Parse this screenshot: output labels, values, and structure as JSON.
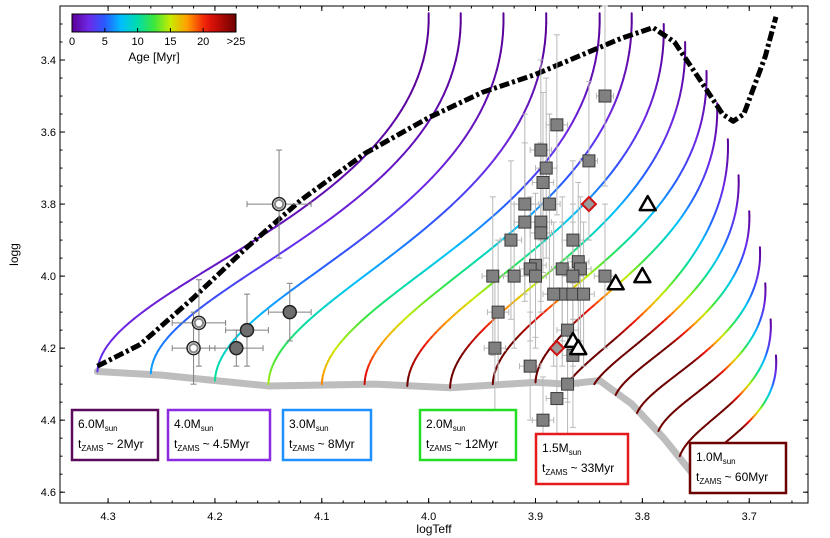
{
  "chart_data": {
    "type": "scatter",
    "xlabel": "logTeff",
    "ylabel": "logg",
    "x_reversed": true,
    "xlim": [
      4.345,
      3.645
    ],
    "ylim": [
      4.63,
      3.25
    ],
    "x_ticks": [
      {
        "value": 4.3,
        "label": "4.3"
      },
      {
        "value": 4.2,
        "label": "4.2"
      },
      {
        "value": 4.1,
        "label": "4.1"
      },
      {
        "value": 4.0,
        "label": "4.0"
      },
      {
        "value": 3.9,
        "label": "3.9"
      },
      {
        "value": 3.8,
        "label": "3.8"
      },
      {
        "value": 3.7,
        "label": "3.7"
      }
    ],
    "y_ticks": [
      {
        "value": 3.4,
        "label": "3.4"
      },
      {
        "value": 3.6,
        "label": "3.6"
      },
      {
        "value": 3.8,
        "label": "3.8"
      },
      {
        "value": 4.0,
        "label": "4.0"
      },
      {
        "value": 4.2,
        "label": "4.2"
      },
      {
        "value": 4.4,
        "label": "4.4"
      },
      {
        "value": 4.6,
        "label": "4.6"
      }
    ],
    "colorbar": {
      "title": "Age [Myr]",
      "range": [
        0,
        25
      ],
      "ticks": [
        {
          "value": 0,
          "label": "0"
        },
        {
          "value": 5,
          "label": "5"
        },
        {
          "value": 10,
          "label": "10"
        },
        {
          "value": 15,
          "label": "15"
        },
        {
          "value": 20,
          "label": "20"
        },
        {
          "value": 25,
          "label": ">25"
        }
      ]
    },
    "zams": [
      [
        4.31,
        4.265
      ],
      [
        4.25,
        4.275
      ],
      [
        4.15,
        4.305
      ],
      [
        4.05,
        4.3
      ],
      [
        3.98,
        4.31
      ],
      [
        3.9,
        4.295
      ],
      [
        3.87,
        4.3
      ],
      [
        3.84,
        4.29
      ],
      [
        3.81,
        4.355
      ],
      [
        3.78,
        4.45
      ],
      [
        3.75,
        4.56
      ]
    ],
    "birthline": [
      [
        4.31,
        4.25
      ],
      [
        4.27,
        4.19
      ],
      [
        4.22,
        4.06
      ],
      [
        4.17,
        3.92
      ],
      [
        4.12,
        3.79
      ],
      [
        4.06,
        3.66
      ],
      [
        4.0,
        3.56
      ],
      [
        3.95,
        3.49
      ],
      [
        3.9,
        3.44
      ],
      [
        3.86,
        3.39
      ],
      [
        3.82,
        3.34
      ],
      [
        3.79,
        3.31
      ],
      [
        3.77,
        3.35
      ],
      [
        3.745,
        3.46
      ],
      [
        3.725,
        3.55
      ],
      [
        3.715,
        3.57
      ],
      [
        3.705,
        3.55
      ],
      [
        3.695,
        3.47
      ],
      [
        3.685,
        3.39
      ],
      [
        3.675,
        3.28
      ]
    ],
    "tracks": [
      {
        "zams": [
          4.31,
          4.265
        ],
        "start": [
          4.0,
          3.27
        ],
        "dx": 0.04,
        "big": true
      },
      {
        "zams": [
          4.26,
          4.27
        ],
        "start": [
          3.97,
          3.27
        ],
        "dx": 0.04,
        "big": true
      },
      {
        "zams": [
          4.2,
          4.29
        ],
        "start": [
          3.93,
          3.27
        ],
        "dx": 0.035,
        "big": true
      },
      {
        "zams": [
          4.15,
          4.3
        ],
        "start": [
          3.89,
          3.27
        ],
        "dx": 0.03,
        "big": true
      },
      {
        "zams": [
          4.1,
          4.3
        ],
        "start": [
          3.84,
          3.27
        ],
        "dx": 0.03,
        "big": true
      },
      {
        "zams": [
          4.06,
          4.3
        ],
        "start": [
          3.81,
          3.27
        ],
        "dx": 0.03,
        "big": true
      },
      {
        "zams": [
          4.02,
          4.305
        ],
        "start": [
          3.78,
          3.3
        ],
        "dx": 0.03,
        "big": true
      },
      {
        "zams": [
          3.98,
          4.31
        ],
        "start": [
          3.76,
          3.35
        ],
        "dx": 0.03,
        "big": true
      },
      {
        "zams": [
          3.94,
          4.3
        ],
        "start": [
          3.74,
          3.43
        ],
        "dx": 0.03,
        "big": true
      },
      {
        "zams": [
          3.9,
          4.295
        ],
        "start": [
          3.73,
          3.52
        ],
        "dx": 0.025,
        "big": true
      },
      {
        "zams": [
          3.87,
          4.3
        ],
        "start": [
          3.72,
          3.62
        ],
        "dx": 0.02,
        "big": false
      },
      {
        "zams": [
          3.845,
          4.3
        ],
        "start": [
          3.71,
          3.72
        ],
        "dx": 0.02,
        "big": false
      },
      {
        "zams": [
          3.825,
          4.33
        ],
        "start": [
          3.7,
          3.82
        ],
        "dx": 0.015,
        "big": false
      },
      {
        "zams": [
          3.805,
          4.38
        ],
        "start": [
          3.69,
          3.92
        ],
        "dx": 0.015,
        "big": false
      },
      {
        "zams": [
          3.785,
          4.43
        ],
        "start": [
          3.685,
          4.02
        ],
        "dx": 0.015,
        "big": false
      },
      {
        "zams": [
          3.765,
          4.5
        ],
        "start": [
          3.68,
          4.12
        ],
        "dx": 0.012,
        "big": false
      },
      {
        "zams": [
          3.75,
          4.56
        ],
        "start": [
          3.675,
          4.22
        ],
        "dx": 0.01,
        "big": false
      }
    ],
    "squares": [
      {
        "x": 3.835,
        "y": 3.5,
        "ex": 0.008,
        "ey": 0.25
      },
      {
        "x": 3.88,
        "y": 3.58,
        "ex": 0.01,
        "ey": 0.25
      },
      {
        "x": 3.895,
        "y": 3.65,
        "ex": 0.01,
        "ey": 0.25
      },
      {
        "x": 3.85,
        "y": 3.68,
        "ex": 0.008,
        "ey": 0.22
      },
      {
        "x": 3.89,
        "y": 3.7,
        "ex": 0.01,
        "ey": 0.25
      },
      {
        "x": 3.893,
        "y": 3.74,
        "ex": 0.01,
        "ey": 0.25
      },
      {
        "x": 3.91,
        "y": 3.8,
        "ex": 0.01,
        "ey": 0.25
      },
      {
        "x": 3.887,
        "y": 3.8,
        "ex": 0.01,
        "ey": 0.25
      },
      {
        "x": 3.895,
        "y": 3.85,
        "ex": 0.01,
        "ey": 0.22
      },
      {
        "x": 3.91,
        "y": 3.85,
        "ex": 0.01,
        "ey": 0.22
      },
      {
        "x": 3.895,
        "y": 3.88,
        "ex": 0.01,
        "ey": 0.22
      },
      {
        "x": 3.923,
        "y": 3.9,
        "ex": 0.01,
        "ey": 0.22
      },
      {
        "x": 3.865,
        "y": 3.9,
        "ex": 0.01,
        "ey": 0.22
      },
      {
        "x": 3.86,
        "y": 3.96,
        "ex": 0.01,
        "ey": 0.22
      },
      {
        "x": 3.9,
        "y": 3.97,
        "ex": 0.01,
        "ey": 0.2
      },
      {
        "x": 3.94,
        "y": 4.0,
        "ex": 0.01,
        "ey": 0.22
      },
      {
        "x": 3.905,
        "y": 3.98,
        "ex": 0.01,
        "ey": 0.2
      },
      {
        "x": 3.875,
        "y": 3.98,
        "ex": 0.01,
        "ey": 0.2
      },
      {
        "x": 3.858,
        "y": 3.98,
        "ex": 0.01,
        "ey": 0.2
      },
      {
        "x": 3.835,
        "y": 4.0,
        "ex": 0.01,
        "ey": 0.2
      },
      {
        "x": 3.92,
        "y": 4.0,
        "ex": 0.01,
        "ey": 0.2
      },
      {
        "x": 3.9,
        "y": 4.0,
        "ex": 0.01,
        "ey": 0.2
      },
      {
        "x": 3.865,
        "y": 4.0,
        "ex": 0.01,
        "ey": 0.2
      },
      {
        "x": 3.875,
        "y": 4.05,
        "ex": 0.01,
        "ey": 0.2
      },
      {
        "x": 3.865,
        "y": 4.05,
        "ex": 0.01,
        "ey": 0.2
      },
      {
        "x": 3.855,
        "y": 4.05,
        "ex": 0.01,
        "ey": 0.2
      },
      {
        "x": 3.883,
        "y": 4.05,
        "ex": 0.01,
        "ey": 0.2
      },
      {
        "x": 3.935,
        "y": 4.1,
        "ex": 0.01,
        "ey": 0.2
      },
      {
        "x": 3.87,
        "y": 4.15,
        "ex": 0.01,
        "ey": 0.2
      },
      {
        "x": 3.938,
        "y": 4.2,
        "ex": 0.01,
        "ey": 0.2
      },
      {
        "x": 3.865,
        "y": 4.22,
        "ex": 0.01,
        "ey": 0.2
      },
      {
        "x": 3.905,
        "y": 4.25,
        "ex": 0.01,
        "ey": 0.15
      },
      {
        "x": 3.87,
        "y": 4.3,
        "ex": 0.01,
        "ey": 0.15
      },
      {
        "x": 3.88,
        "y": 4.34,
        "ex": 0.01,
        "ey": 0.15
      },
      {
        "x": 3.893,
        "y": 4.4,
        "ex": 0.01,
        "ey": 0.12
      }
    ],
    "dark_circles": [
      {
        "x": 4.18,
        "y": 4.2,
        "ex": 0.025,
        "ey": 0.05
      },
      {
        "x": 4.17,
        "y": 4.15,
        "ex": 0.02,
        "ey": 0.1
      },
      {
        "x": 4.13,
        "y": 4.1,
        "ex": 0.02,
        "ey": 0.08
      }
    ],
    "ring_circles": [
      {
        "x": 4.22,
        "y": 4.2,
        "ex": 0.02,
        "ey": 0.1
      },
      {
        "x": 4.215,
        "y": 4.13,
        "ex": 0.025,
        "ey": 0.12
      },
      {
        "x": 4.14,
        "y": 3.8,
        "ex": 0.03,
        "ey": 0.15
      }
    ],
    "triangles": [
      {
        "x": 3.795,
        "y": 3.8
      },
      {
        "x": 3.8,
        "y": 4.0
      },
      {
        "x": 3.825,
        "y": 4.02
      },
      {
        "x": 3.865,
        "y": 4.18
      },
      {
        "x": 3.86,
        "y": 4.2
      }
    ],
    "diamonds": [
      {
        "x": 3.85,
        "y": 3.8
      },
      {
        "x": 3.88,
        "y": 4.2
      }
    ],
    "mass_boxes": [
      {
        "mass": "6.0M",
        "msub": "sun",
        "t": "t",
        "tsub": "ZAMS",
        "age": "~ 2Myr",
        "color": "#5a0a5a"
      },
      {
        "mass": "4.0M",
        "msub": "sun",
        "t": "t",
        "tsub": "ZAMS",
        "age": "~ 4.5Myr",
        "color": "#8a2be2"
      },
      {
        "mass": "3.0M",
        "msub": "sun",
        "t": "t",
        "tsub": "ZAMS",
        "age": "~ 8Myr",
        "color": "#1e90ff"
      },
      {
        "mass": "2.0M",
        "msub": "sun",
        "t": "t",
        "tsub": "ZAMS",
        "age": "~ 12Myr",
        "color": "#22dd22"
      },
      {
        "mass": "1.5M",
        "msub": "sun",
        "t": "t",
        "tsub": "ZAMS",
        "age": "~ 33Myr",
        "color": "#e41a1c"
      },
      {
        "mass": "1.0M",
        "msub": "sun",
        "t": "t",
        "tsub": "ZAMS",
        "age": "~ 60Myr",
        "color": "#6b0000"
      }
    ]
  }
}
